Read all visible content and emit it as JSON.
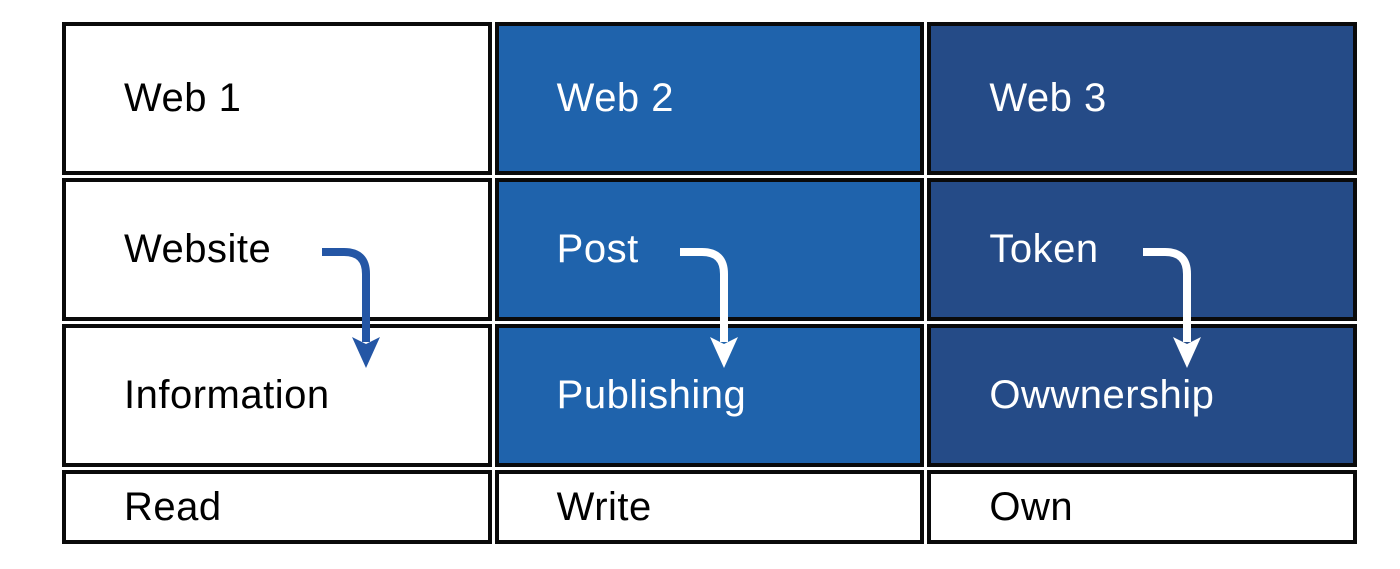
{
  "diagram": {
    "columns": [
      {
        "header": "Web 1",
        "item": "Website",
        "result": "Information",
        "action": "Read",
        "bg": "#FFFFFF",
        "text_color": "#000000",
        "arrow_color": "#2456A5"
      },
      {
        "header": "Web 2",
        "item": "Post",
        "result": "Publishing",
        "action": "Write",
        "bg": "#1F63AC",
        "text_color": "#FFFFFF",
        "arrow_color": "#FFFFFF"
      },
      {
        "header": "Web 3",
        "item": "Token",
        "result": "Owwnership",
        "action": "Own",
        "bg": "#254B87",
        "text_color": "#FFFFFF",
        "arrow_color": "#FFFFFF"
      }
    ],
    "action_row": {
      "bg": "#FFFFFF",
      "text_color": "#000000"
    },
    "border_color": "#0A0A0A",
    "background": "#FFFFFF"
  }
}
